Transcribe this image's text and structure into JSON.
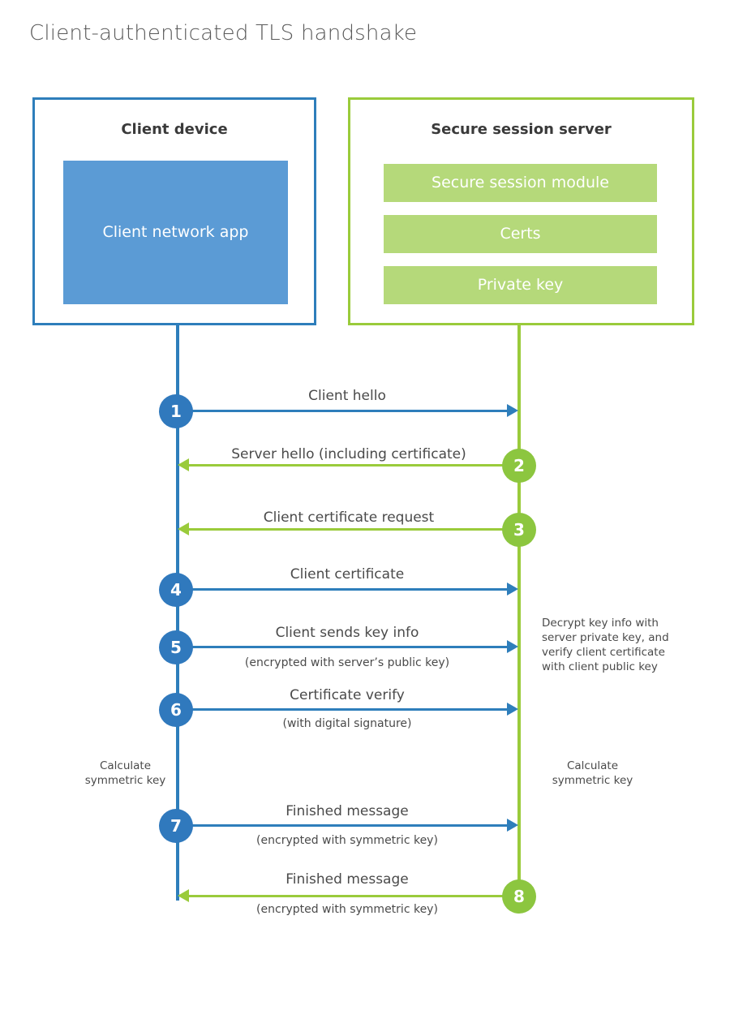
{
  "title": "Client-authenticated TLS handshake",
  "colors": {
    "client_border": "#2e7ebb",
    "client_fill": "#5b9bd5",
    "client_badge": "#3079bd",
    "server_border": "#9acb3b",
    "server_fill": "#b5d97a",
    "server_badge": "#8cc63f",
    "text": "#4a4a4a",
    "title_text": "#5a5a5a"
  },
  "client": {
    "title": "Client device",
    "app_label": "Client network app"
  },
  "server": {
    "title": "Secure session server",
    "blocks": [
      {
        "label": "Secure session module"
      },
      {
        "label": "Certs"
      },
      {
        "label": "Private key"
      }
    ]
  },
  "steps": [
    {
      "number": "1",
      "label": "Client hello",
      "sublabel": "",
      "direction": "client-to-server"
    },
    {
      "number": "2",
      "label": "Server hello (including certificate)",
      "sublabel": "",
      "direction": "server-to-client"
    },
    {
      "number": "3",
      "label": "Client certificate request",
      "sublabel": "",
      "direction": "server-to-client"
    },
    {
      "number": "4",
      "label": "Client certificate",
      "sublabel": "",
      "direction": "client-to-server"
    },
    {
      "number": "5",
      "label": "Client sends key info",
      "sublabel": "(encrypted with server’s public key)",
      "direction": "client-to-server"
    },
    {
      "number": "6",
      "label": "Certificate verify",
      "sublabel": "(with digital signature)",
      "direction": "client-to-server"
    },
    {
      "number": "7",
      "label": "Finished message",
      "sublabel": "(encrypted with symmetric key)",
      "direction": "client-to-server"
    },
    {
      "number": "8",
      "label": "Finished message",
      "sublabel": "(encrypted with symmetric key)",
      "direction": "server-to-client"
    }
  ],
  "notes": {
    "server_decrypt": "Decrypt key info with server private key, and verify client certificate with client public key",
    "client_calculate": "Calculate symmetric key",
    "server_calculate": "Calculate symmetric key"
  }
}
